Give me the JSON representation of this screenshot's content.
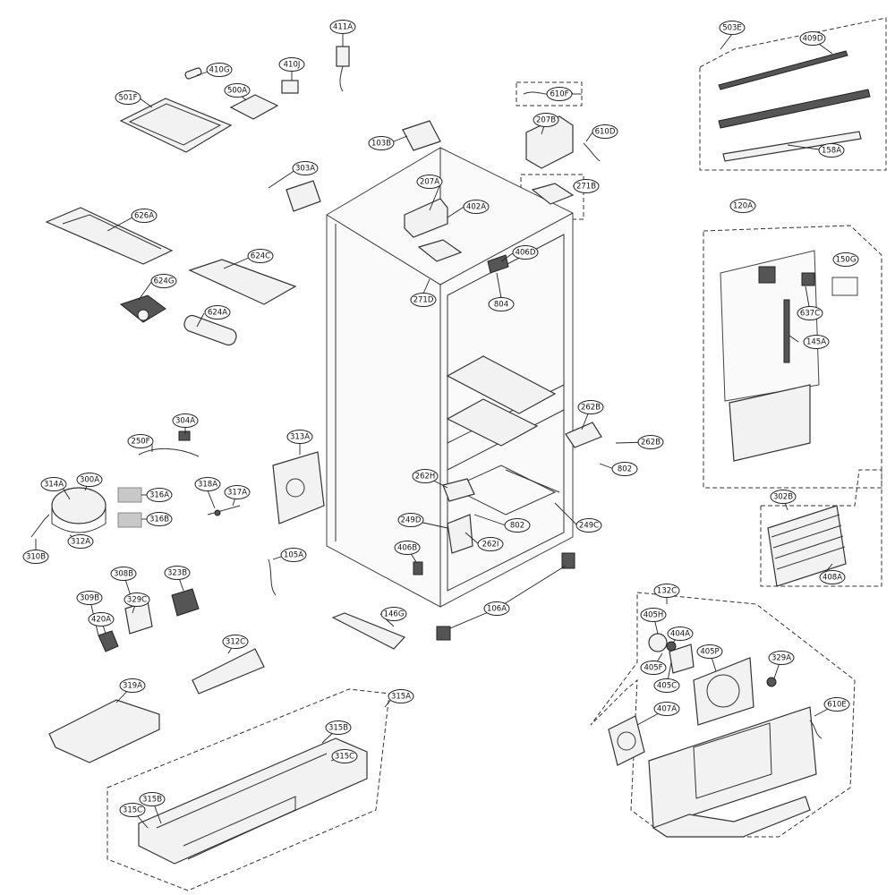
{
  "callouts": [
    {
      "id": "411A",
      "text": "411A"
    },
    {
      "id": "410G",
      "text": "410G"
    },
    {
      "id": "410J",
      "text": "410J"
    },
    {
      "id": "501F",
      "text": "501F"
    },
    {
      "id": "500A",
      "text": "500A"
    },
    {
      "id": "103B",
      "text": "103B"
    },
    {
      "id": "303A",
      "text": "303A"
    },
    {
      "id": "626A",
      "text": "626A"
    },
    {
      "id": "624C",
      "text": "624C"
    },
    {
      "id": "624G",
      "text": "624G"
    },
    {
      "id": "624A",
      "text": "624A"
    },
    {
      "id": "610F",
      "text": "610F"
    },
    {
      "id": "207B",
      "text": "207B"
    },
    {
      "id": "610D",
      "text": "610D"
    },
    {
      "id": "207A",
      "text": "207A"
    },
    {
      "id": "402A",
      "text": "402A"
    },
    {
      "id": "271B",
      "text": "271B"
    },
    {
      "id": "406D",
      "text": "406D"
    },
    {
      "id": "271D",
      "text": "271D"
    },
    {
      "id": "804",
      "text": "804"
    },
    {
      "id": "503E",
      "text": "503E"
    },
    {
      "id": "409D",
      "text": "409D"
    },
    {
      "id": "158A",
      "text": "158A"
    },
    {
      "id": "120A",
      "text": "120A"
    },
    {
      "id": "150G",
      "text": "150G"
    },
    {
      "id": "637C",
      "text": "637C"
    },
    {
      "id": "145A",
      "text": "145A"
    },
    {
      "id": "304A",
      "text": "304A"
    },
    {
      "id": "250F",
      "text": "250F"
    },
    {
      "id": "313A",
      "text": "313A"
    },
    {
      "id": "262B_a",
      "text": "262B"
    },
    {
      "id": "262B_b",
      "text": "262B"
    },
    {
      "id": "802_a",
      "text": "802"
    },
    {
      "id": "262H",
      "text": "262H"
    },
    {
      "id": "802_b",
      "text": "802"
    },
    {
      "id": "249D",
      "text": "249D"
    },
    {
      "id": "262I",
      "text": "262I"
    },
    {
      "id": "249C",
      "text": "249C"
    },
    {
      "id": "314A",
      "text": "314A"
    },
    {
      "id": "300A",
      "text": "300A"
    },
    {
      "id": "316A",
      "text": "316A"
    },
    {
      "id": "316B",
      "text": "316B"
    },
    {
      "id": "318A",
      "text": "318A"
    },
    {
      "id": "317A",
      "text": "317A"
    },
    {
      "id": "312A",
      "text": "312A"
    },
    {
      "id": "310B",
      "text": "310B"
    },
    {
      "id": "406B",
      "text": "406B"
    },
    {
      "id": "105A",
      "text": "105A"
    },
    {
      "id": "106A",
      "text": "106A"
    },
    {
      "id": "302B",
      "text": "302B"
    },
    {
      "id": "408A",
      "text": "408A"
    },
    {
      "id": "308B",
      "text": "308B"
    },
    {
      "id": "323B",
      "text": "323B"
    },
    {
      "id": "309B",
      "text": "309B"
    },
    {
      "id": "329C",
      "text": "329C"
    },
    {
      "id": "420A",
      "text": "420A"
    },
    {
      "id": "146G",
      "text": "146G"
    },
    {
      "id": "312C",
      "text": "312C"
    },
    {
      "id": "319A",
      "text": "319A"
    },
    {
      "id": "315A",
      "text": "315A"
    },
    {
      "id": "315B_a",
      "text": "315B"
    },
    {
      "id": "315C_a",
      "text": "315C"
    },
    {
      "id": "315B_b",
      "text": "315B"
    },
    {
      "id": "315C_b",
      "text": "315C"
    },
    {
      "id": "132C",
      "text": "132C"
    },
    {
      "id": "405H",
      "text": "405H"
    },
    {
      "id": "404A",
      "text": "404A"
    },
    {
      "id": "405F",
      "text": "405F"
    },
    {
      "id": "405C",
      "text": "405C"
    },
    {
      "id": "405P",
      "text": "405P"
    },
    {
      "id": "329A",
      "text": "329A"
    },
    {
      "id": "407A",
      "text": "407A"
    },
    {
      "id": "610E",
      "text": "610E"
    }
  ]
}
